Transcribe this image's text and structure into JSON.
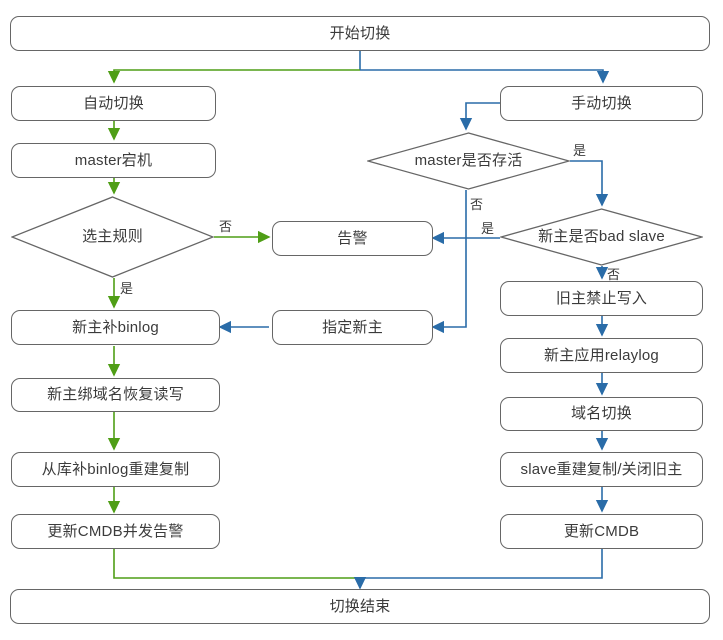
{
  "diagram": {
    "title": "MySQL master switch flowchart",
    "colors": {
      "green": "#4f9e16",
      "blue": "#2a6ca8",
      "border": "#666666",
      "text": "#3b3b3b",
      "background": "#ffffff"
    },
    "nodes": {
      "start": {
        "label": "开始切换",
        "shape": "box"
      },
      "auto_switch": {
        "label": "自动切换",
        "shape": "box"
      },
      "manual_switch": {
        "label": "手动切换",
        "shape": "box"
      },
      "master_down": {
        "label": "master宕机",
        "shape": "box"
      },
      "master_alive": {
        "label": "master是否存活",
        "shape": "diamond"
      },
      "elect_rule": {
        "label": "选主规则",
        "shape": "diamond"
      },
      "bad_slave": {
        "label": "新主是否bad slave",
        "shape": "diamond"
      },
      "alarm": {
        "label": "告警",
        "shape": "box"
      },
      "assign_new_master": {
        "label": "指定新主",
        "shape": "box"
      },
      "new_master_binlog": {
        "label": "新主补binlog",
        "shape": "box"
      },
      "old_master_readonly": {
        "label": "旧主禁止写入",
        "shape": "box"
      },
      "new_master_domain": {
        "label": "新主绑域名恢复读写",
        "shape": "box"
      },
      "new_master_relaylog": {
        "label": "新主应用relaylog",
        "shape": "box"
      },
      "domain_switch": {
        "label": "域名切换",
        "shape": "box"
      },
      "slave_rebuild": {
        "label": "从库补binlog重建复制",
        "shape": "box"
      },
      "slave_rebuild_close_old": {
        "label": "slave重建复制/关闭旧主",
        "shape": "box"
      },
      "update_cmdb_alarm": {
        "label": "更新CMDB并发告警",
        "shape": "box"
      },
      "update_cmdb": {
        "label": "更新CMDB",
        "shape": "box"
      },
      "end": {
        "label": "切换结束",
        "shape": "box"
      }
    },
    "edge_labels": {
      "elect_rule_no": "否",
      "elect_rule_yes": "是",
      "master_alive_yes": "是",
      "master_alive_no": "否",
      "bad_slave_yes": "是",
      "bad_slave_no": "否"
    }
  }
}
